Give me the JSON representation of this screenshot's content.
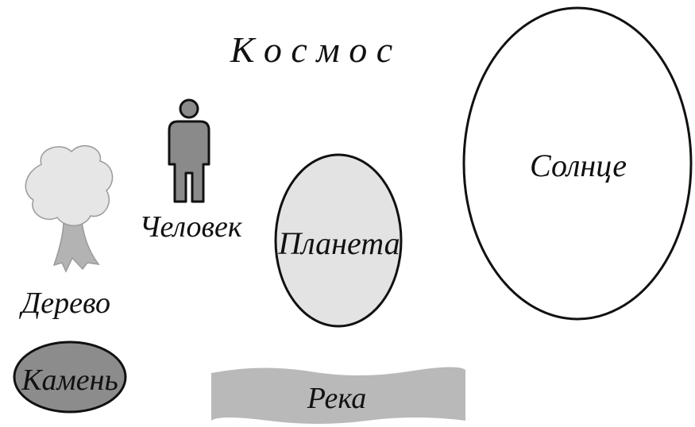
{
  "title": "К о с м о с",
  "labels": {
    "sun": "Солнце",
    "planet": "Планета",
    "human": "Человек",
    "tree": "Дерево",
    "stone": "Камень",
    "river": "Река"
  },
  "icons": {
    "human": "person-icon",
    "tree": "tree-icon"
  },
  "colors": {
    "stroke": "#111111",
    "planet_fill": "#e3e3e3",
    "stone_fill": "#8c8c8c",
    "river_fill": "#b9b9b9",
    "tree_crown": "#e6e6e6",
    "tree_trunk": "#b3b3b3",
    "human_fill": "#8a8a8a",
    "background": "#ffffff"
  }
}
